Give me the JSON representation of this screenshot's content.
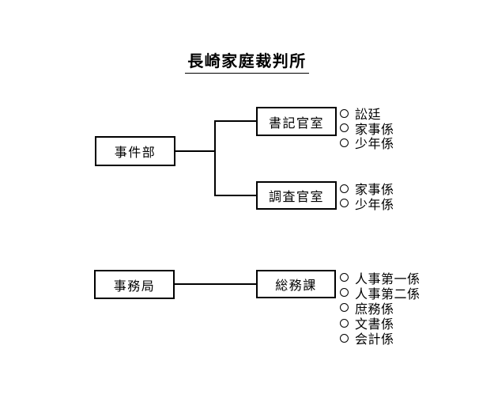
{
  "page": {
    "background_color": "#ffffff",
    "line_color": "#000000",
    "title": "長崎家庭裁判所"
  },
  "icons": {
    "bullet": "circle-outline-icon"
  },
  "org": {
    "groups": [
      {
        "parent": {
          "label": "事件部"
        },
        "children": [
          {
            "label": "書記官室",
            "items": [
              "訟廷",
              "家事係",
              "少年係"
            ]
          },
          {
            "label": "調査官室",
            "items": [
              "家事係",
              "少年係"
            ]
          }
        ]
      },
      {
        "parent": {
          "label": "事務局"
        },
        "children": [
          {
            "label": "総務課",
            "items": [
              "人事第一係",
              "人事第二係",
              "庶務係",
              "文書係",
              "会計係"
            ]
          }
        ]
      }
    ]
  }
}
